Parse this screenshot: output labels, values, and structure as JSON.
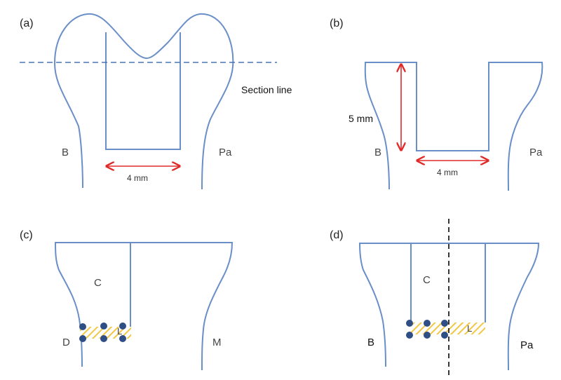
{
  "panels": {
    "a": {
      "label": "(a)",
      "left_side": "B",
      "right_side": "Pa",
      "width_measure": "4 mm",
      "section_line_label": "Section line"
    },
    "b": {
      "label": "(b)",
      "left_side": "B",
      "right_side": "Pa",
      "depth_measure": "5 mm",
      "width_measure": "4 mm"
    },
    "c": {
      "label": "(c)",
      "cavity_label": "C",
      "left_side": "D",
      "layer_label": "L",
      "right_side": "M"
    },
    "d": {
      "label": "(d)",
      "cavity_label": "C",
      "layer_label": "L",
      "left_side": "B",
      "right_side": "Pa"
    }
  },
  "colors": {
    "outline": "#6a8fc8",
    "dimension_arrow": "#e02a2a",
    "hatch": "#f2c744",
    "dots": "#2f4e86"
  }
}
